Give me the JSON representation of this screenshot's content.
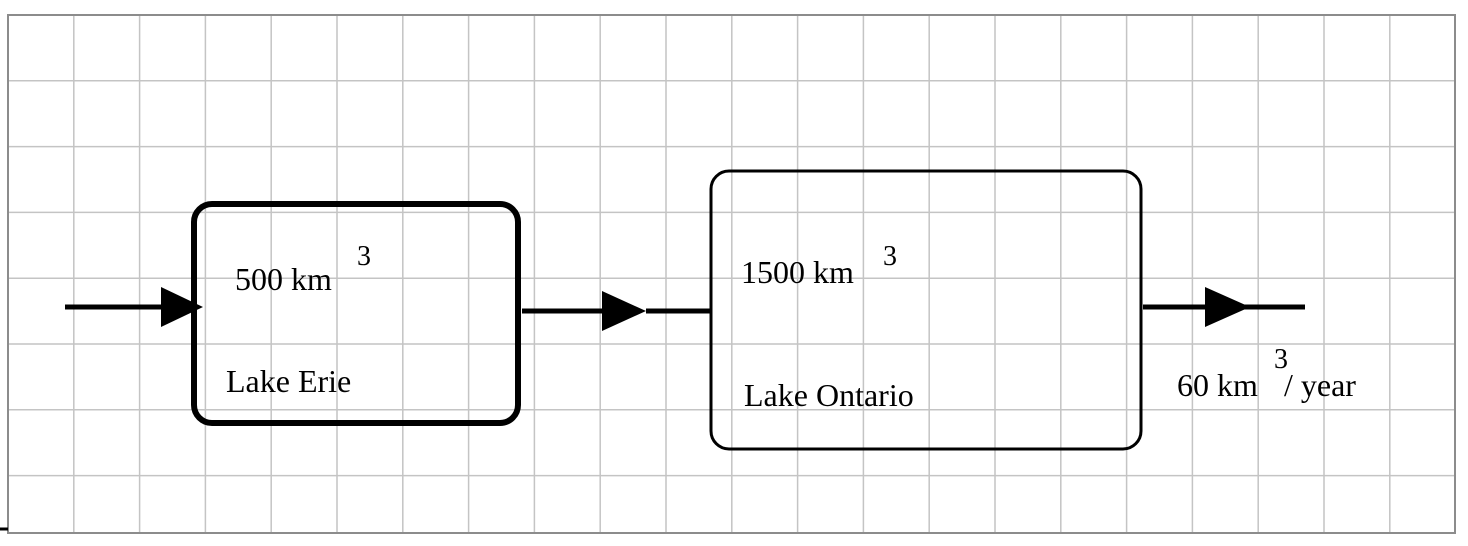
{
  "lake_erie": {
    "volume_value": "500 km",
    "volume_exponent": "3",
    "name": "Lake Erie"
  },
  "lake_ontario": {
    "volume_value": "1500 km",
    "volume_exponent": "3",
    "name": "Lake Ontario"
  },
  "outflow": {
    "rate_value": "60 km",
    "rate_exponent": "3",
    "rate_unit": "/ year"
  },
  "colors": {
    "grid_line": "#c4c4c4",
    "frame_border": "#8c8c8c",
    "ink": "#000000",
    "background": "#ffffff"
  }
}
